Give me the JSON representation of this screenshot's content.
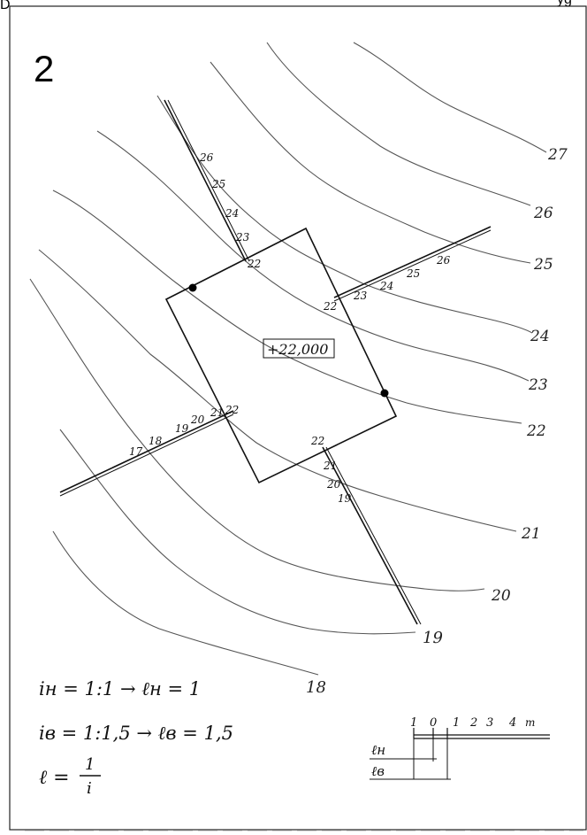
{
  "sheet_number": "2",
  "header_fragment_left": "D",
  "header_fragment_right": "yg",
  "contour_labels": [
    "18",
    "19",
    "20",
    "21",
    "22",
    "23",
    "24",
    "25",
    "26",
    "27"
  ],
  "platform_elevation": "+22,000",
  "profile_nw": {
    "ticks": [
      "26",
      "25",
      "24",
      "23",
      "22"
    ]
  },
  "profile_ne": {
    "ticks": [
      "22",
      "23",
      "24",
      "25",
      "26"
    ]
  },
  "profile_sw": {
    "ticks": [
      "17",
      "18",
      "19",
      "20",
      "21",
      "22"
    ]
  },
  "profile_se": {
    "ticks": [
      "22",
      "21",
      "20",
      "19"
    ]
  },
  "formulas": {
    "line1": "iн = 1:1  →  ℓн = 1",
    "line2": "iв = 1:1,5  →  ℓв = 1,5",
    "line3_left": "ℓ =",
    "line3_num": "1",
    "line3_den": "i"
  },
  "scale": {
    "ticks": [
      "1",
      "0",
      "1",
      "2",
      "3",
      "4"
    ],
    "unit": "m",
    "row1_label": "ℓн",
    "row2_label": "ℓв"
  }
}
